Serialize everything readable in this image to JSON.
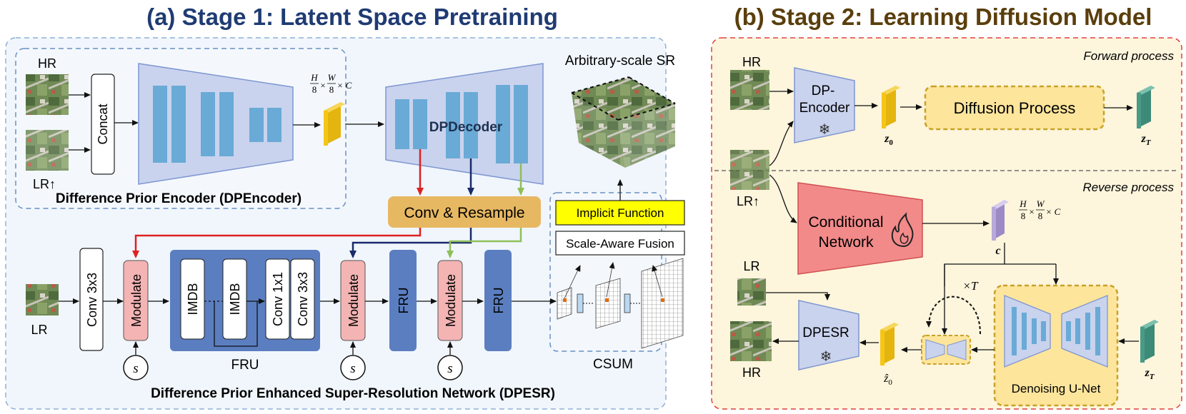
{
  "titles": {
    "stage1": "(a) Stage 1: Latent Space Pretraining",
    "stage2": "(b) Stage 2: Learning Diffusion Model"
  },
  "stage1": {
    "hr_label": "HR",
    "lr_up_label": "LR↑",
    "concat": "Concat",
    "latent_shape": {
      "h": "H",
      "w": "W",
      "div": "8",
      "c": "C"
    },
    "decoder": "DPDecoder",
    "arbitrary": "Arbitrary-scale SR",
    "encoder_caption": "Difference Prior Encoder (DPEncoder)",
    "conv_resample": "Conv & Resample",
    "implicit": "Implicit Function",
    "saf": "Scale-Aware Fusion",
    "lr_label": "LR",
    "conv3x3": "Conv 3x3",
    "modulate": "Modulate",
    "imdb": "IMDB",
    "conv1x1": "Conv 1x1",
    "fru": "FRU",
    "fru_caption": "FRU",
    "csum": "CSUM",
    "s": "s",
    "dpesr_caption": "Difference Prior Enhanced Super-Resolution Network (DPESR)"
  },
  "stage2": {
    "forward": "Forward process",
    "reverse": "Reverse process",
    "hr_label": "HR",
    "lr_up_label": "LR↑",
    "dp_encoder_1": "DP-",
    "dp_encoder_2": "Encoder",
    "z0": "z",
    "z0_sub": "0",
    "diffusion": "Diffusion Process",
    "zT": "z",
    "zT_sub": "T",
    "cond_1": "Conditional",
    "cond_2": "Network",
    "c": "c",
    "times_t": "×T",
    "lr_label": "LR",
    "dpesr": "DPESR",
    "hr_out": "HR",
    "z0hat_sub": "0",
    "unet": "Denoising U-Net",
    "zT2_sub": "T"
  },
  "colors": {
    "title1": "#1f3b73",
    "title2": "#5a3e0c",
    "encoder_fill": "#c9d3ee",
    "block_blue": "#6aaad6",
    "fru_blue": "#5b7ec0",
    "modulate_pink": "#f4b4b4",
    "resample_orange": "#e7b862",
    "implicit_yellow": "#ffff00",
    "cond_red": "#f28a8a",
    "stage2_bg": "#fdf5dc",
    "latent_yellow": "#f5c518",
    "latent_teal": "#4a9a88",
    "latent_purple": "#b9a9d9"
  }
}
